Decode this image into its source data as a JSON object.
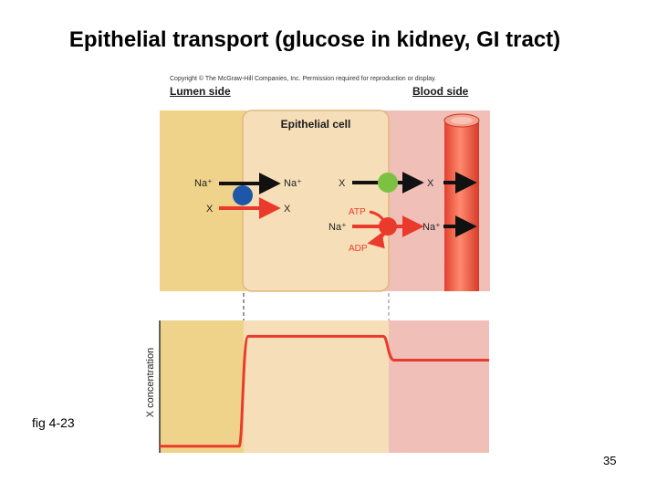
{
  "title": "Epithelial transport (glucose in kidney, GI tract)",
  "copyright": "Copyright © The McGraw-Hill Companies, Inc. Permission required for reproduction or display.",
  "lumen_side_label": "Lumen side",
  "blood_side_label": "Blood side",
  "cell_label": "Epithelial cell",
  "transport": {
    "na_in_left": "Na⁺",
    "na_in_right": "Na⁺",
    "x_in_left": "X",
    "x_in_right": "X",
    "x_out_left": "X",
    "x_out_right": "X",
    "atp": "ATP",
    "na_pump_left": "Na⁺",
    "na_pump_right": "Na⁺",
    "adp": "ADP"
  },
  "graph": {
    "ylabel": "X concentration",
    "x_concentration_levels": {
      "lumen": 0.05,
      "cell": 0.88,
      "blood": 0.7
    }
  },
  "fig_label": "fig 4-23",
  "page_number": "35",
  "colors": {
    "lumen": "#efd38b",
    "cell": "#f6dfb8",
    "blood": "#f0bfb8",
    "red": "#ea3a2c",
    "blue": "#1f57a8",
    "green": "#7bc142"
  }
}
